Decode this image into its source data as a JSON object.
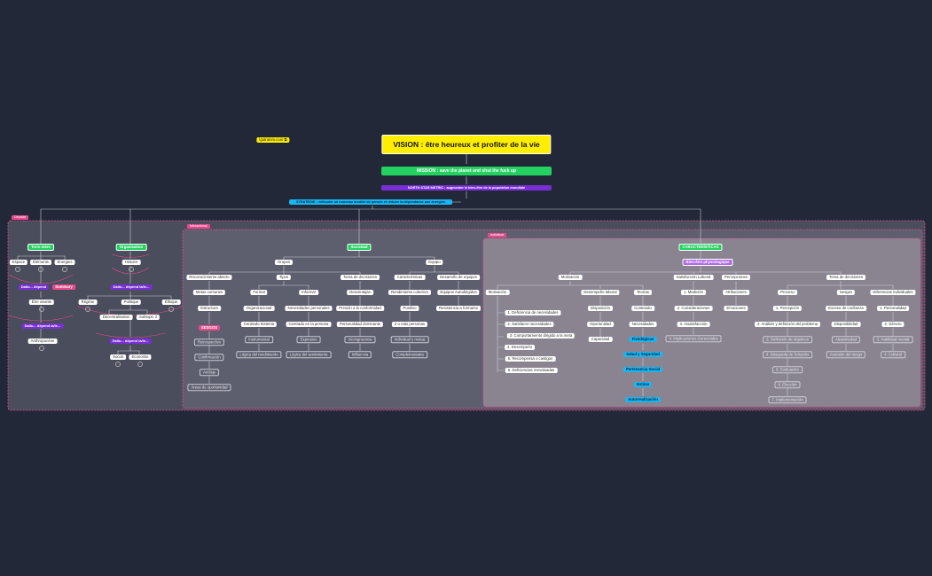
{
  "colors": {
    "background": "#232838",
    "line": "#c9ccd6",
    "green": "#23d160",
    "purple": "#7a2fd6",
    "pink": "#e64a8c",
    "cyan": "#19b6f2",
    "yellow": "#ffee00"
  },
  "top": {
    "source": "lgotrainm.com",
    "vision": "VISION : être heureux et profiter de la vie",
    "mission": "MISSION : save the planet and shut the fuck up",
    "north_star": "NORTH STAR METRIC : augmenter le bien-être de la population mondiale",
    "strategy": "STRATÉGIE : véhiculer un nouveau modèle de pensée et réduire la dépendance aux énergies"
  },
  "regions": {
    "outer": "Découle",
    "middle": "Interactional",
    "inner": "Individual"
  },
  "left": {
    "terre_mere": "Terre mère",
    "espace": "Espace",
    "elements": "Éléments",
    "energies": "Énergies",
    "depend1": "Daliu... dépend",
    "summary": "Summary",
    "etre_vivants": "Être vivants",
    "depend2": "Daliu... dépend la/le...",
    "anthropocene": "Anthropocène",
    "organisation": "Organisation",
    "histoire": "Histoire",
    "depend3": "Daliu... dépend la/le...",
    "regime": "Régime",
    "politique": "Politique",
    "ethique": "Éthique",
    "decentralisation": "Décentralisation",
    "subtopic": "Subtopic 2",
    "depend4": "Daliu... dépend la/le...",
    "social": "Social",
    "economie": "Economie"
  },
  "sociedad": {
    "title": "Sociedad",
    "grupos": "Grupos",
    "reconocimiento": "Reconocimiento abierto",
    "metas": "Metas comunes",
    "estructura": "Estructura",
    "sesgos": "SESGOS",
    "retrospectivo": "Retrospectivo",
    "confirmacion": "Confirmación",
    "anclaje": "Anclaje",
    "areas": "Áreas de oportunidad",
    "tipos": "Tipos",
    "formal": "Formal",
    "organizacional": "Organizacional",
    "centrado": "Centrado Sistema",
    "instrumental": "Instrumental",
    "logica_rend": "Lógica del rendimiento",
    "informal": "Informal",
    "necesidades_p": "Necesidades personales",
    "centrado_persona": "Centrado en la persona",
    "expresivo": "Expresivo",
    "logica_sent": "Lógica del sentimiento",
    "toma": "Toma de decisiones",
    "desventajas": "Desventajas",
    "presion": "Presión a la conformidad",
    "personalidad": "Personalidad dominante",
    "incongruencia": "Incongruencia",
    "influencia": "Influencia",
    "equipo": "Equipo",
    "caracteristicas": "Características",
    "rendimiento": "Rendimiento colectivo",
    "positivo": "Positivo",
    "dos_mas": "2 o más personas",
    "individual_mutua": "Individual y mutua",
    "complementaria": "Complementaria",
    "desarrollo": "Desarrollo de equipos",
    "autodirigidos": "Equipos Autodirigidos",
    "resistencia": "Resistencia a formarse"
  },
  "indiv": {
    "title": "CARACTERÍSTICAS",
    "bien": "Bien-être physiologique",
    "motivacion": "Motivación",
    "motivacion2": "Motivación",
    "m1": "1. Deficiencia de necesidades",
    "m2": "2. Satisfacer necesidades",
    "m3": "3. Comportamiento dirigido a la meta",
    "m4": "4. Desempeño",
    "m5": "5. Recompensa o castigos",
    "m6": "6. Deficiencias reevaluadas",
    "desempeno": "Desempeño laboral",
    "disposicion": "Disposición",
    "oportunidad": "Oportunidad",
    "capacidad": "Capacidad",
    "teorias": "Teorías",
    "contenido": "Contenido",
    "necesidades": "Necesidades",
    "fisiologicas": "Fisiológicas",
    "salud": "Salud y Seguridad",
    "pertenencia": "Pertenencia Social",
    "estima": "Estima",
    "auto": "Autorrealización",
    "satisfaccion": "Satisfacción Laboral",
    "medicion": "1. Medición",
    "consideraciones": "2. Consideraciones",
    "insatisfaccion": "3. Insatisfacción",
    "implicaciones": "4. Implicaciones Gerenciales",
    "percepciones": "Percepciones",
    "atribuciones": "Atribuciones",
    "emociones": "Emociones",
    "toma": "Toma de decisiones",
    "proceso": "Proceso",
    "p1": "1. Percepción",
    "p2": "2. Análisis y definición del problema",
    "p3": "3. Definición de objetivos",
    "p4": "4. Búsqueda de Solución",
    "p5": "5. Evaluación",
    "p6": "6. Elección",
    "p7": "7. Implementación",
    "sesgos": "Sesgos",
    "exceso": "Exceso de confianza",
    "disponibilidad": "Disponibilidad",
    "aleatoriedad": "Aleatoriedad",
    "aversion": "Aversión del riesgo",
    "diferencias": "Diferencias individuales",
    "d1": "1. Personalidad",
    "d2": "2. Género",
    "d3": "3. Habilidad mental",
    "d4": "4. Cultural"
  }
}
